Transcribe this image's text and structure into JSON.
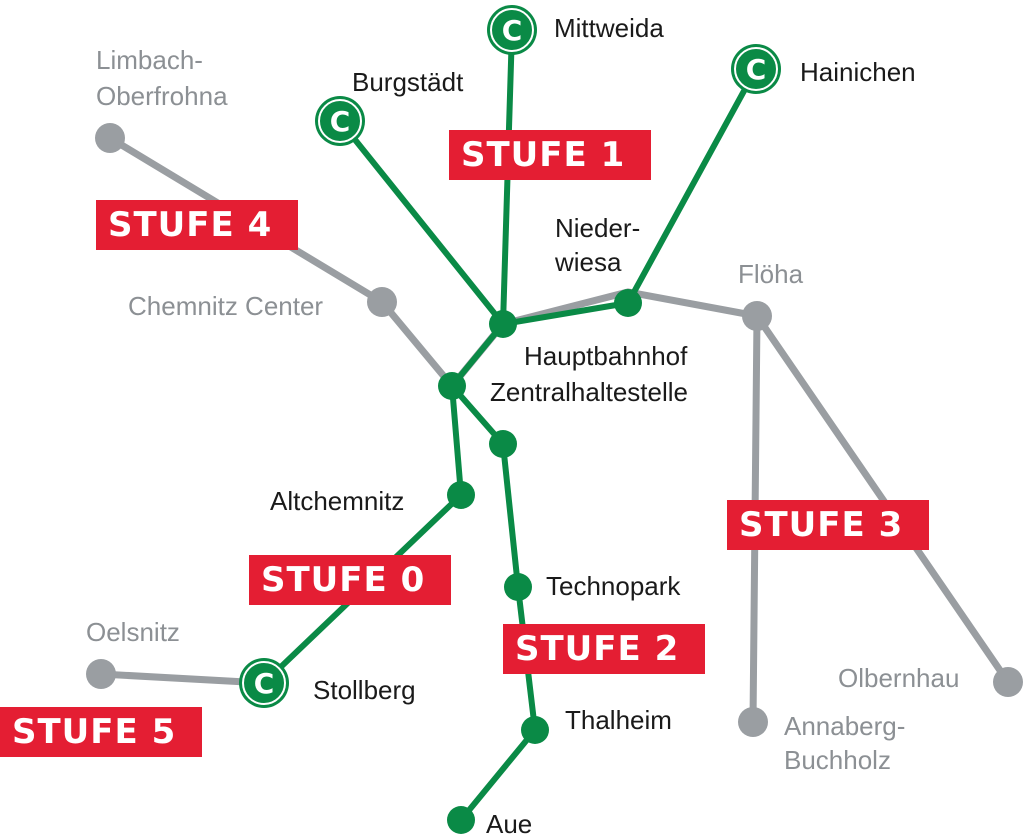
{
  "colors": {
    "active_line": "#0a8a46",
    "planned_line": "#9a9ea2",
    "stufe_bg": "#e41e33",
    "label_active": "#1a1a1a",
    "label_planned": "#8c9094"
  },
  "icon": {
    "name": "c-logo-icon",
    "letter": "C"
  },
  "stations": {
    "mittweida": "Mittweida",
    "hainichen": "Hainichen",
    "burgstaedt": "Burgstädt",
    "limbach_1": "Limbach-",
    "limbach_2": "Oberfrohna",
    "niederwiesa_1": "Nieder-",
    "niederwiesa_2": "wiesa",
    "floeha": "Flöha",
    "chemnitz_center": "Chemnitz Center",
    "hauptbahnhof": "Hauptbahnhof",
    "zentralhaltestelle": "Zentralhaltestelle",
    "altchemnitz": "Altchemnitz",
    "technopark": "Technopark",
    "oelsnitz": "Oelsnitz",
    "stollberg": "Stollberg",
    "thalheim": "Thalheim",
    "olbernhau": "Olbernhau",
    "annaberg_1": "Annaberg-",
    "annaberg_2": "Buchholz",
    "aue": "Aue"
  },
  "stages": {
    "s0": "STUFE 0",
    "s1": "STUFE 1",
    "s2": "STUFE 2",
    "s3": "STUFE 3",
    "s4": "STUFE 4",
    "s5": "STUFE 5"
  }
}
